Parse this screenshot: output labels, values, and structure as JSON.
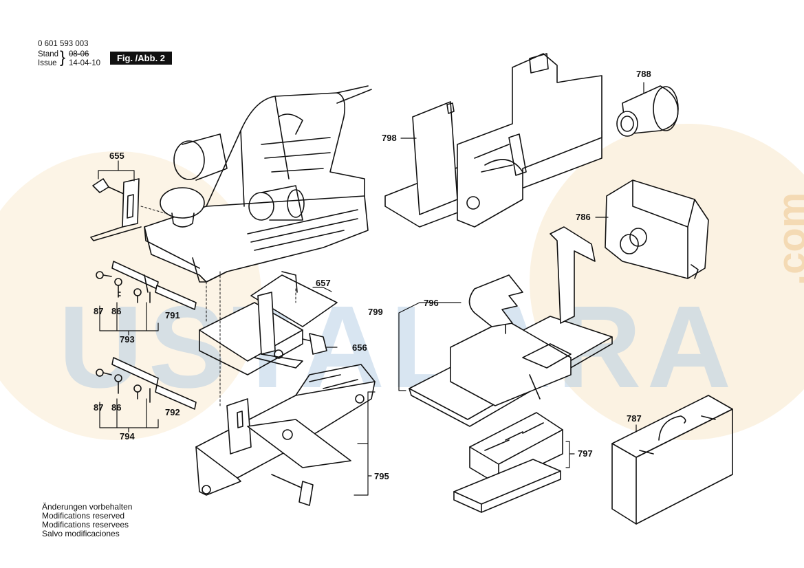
{
  "header": {
    "part_number": "0 601 593 003",
    "stand_label": "Stand",
    "stand_date": "08-06",
    "issue_label": "Issue",
    "issue_date": "14-04-10",
    "figure": "Fig. /Abb. 2"
  },
  "notes": [
    "Änderungen vorbehalten",
    "Modifications reserved",
    "Modifications reservees",
    "Salvo modificaciones"
  ],
  "watermark": {
    "text": "USTALARA",
    "suffix": ".com",
    "blue": "#a9c6e2",
    "orange": "#f0c890"
  },
  "parts": {
    "p655": "655",
    "p657": "657",
    "p656": "656",
    "p87a": "87",
    "p86a": "86",
    "p791": "791",
    "p793": "793",
    "p87b": "87",
    "p86b": "86",
    "p792": "792",
    "p794": "794",
    "p795": "795",
    "p798": "798",
    "p788": "788",
    "p786": "786",
    "p799": "799",
    "p796": "796",
    "p797": "797",
    "p787": "787"
  }
}
